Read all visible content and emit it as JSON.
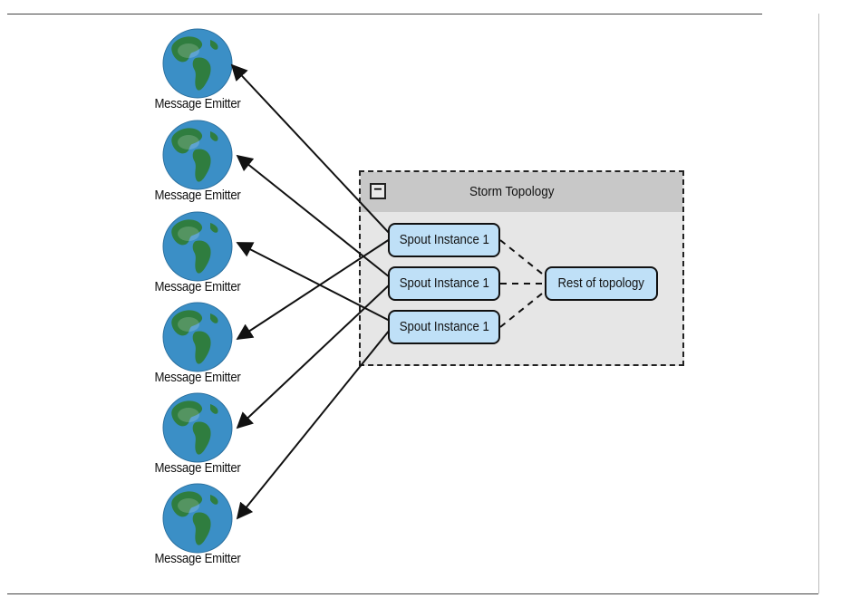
{
  "diagram": {
    "topology_title": "Storm Topology",
    "collapse_symbol": "−",
    "emitters": [
      {
        "label": "Message Emitter"
      },
      {
        "label": "Message Emitter"
      },
      {
        "label": "Message Emitter"
      },
      {
        "label": "Message Emitter"
      },
      {
        "label": "Message Emitter"
      },
      {
        "label": "Message Emitter"
      }
    ],
    "spouts": [
      {
        "label": "Spout Instance 1"
      },
      {
        "label": "Spout Instance 1"
      },
      {
        "label": "Spout Instance 1"
      }
    ],
    "rest_label": "Rest of topology",
    "colors": {
      "node_fill": "#bfe0f7",
      "container_fill": "#e6e6e6",
      "header_fill": "#c8c8c8",
      "ocean": "#3b8fc6",
      "land": "#2f7d3f"
    }
  }
}
